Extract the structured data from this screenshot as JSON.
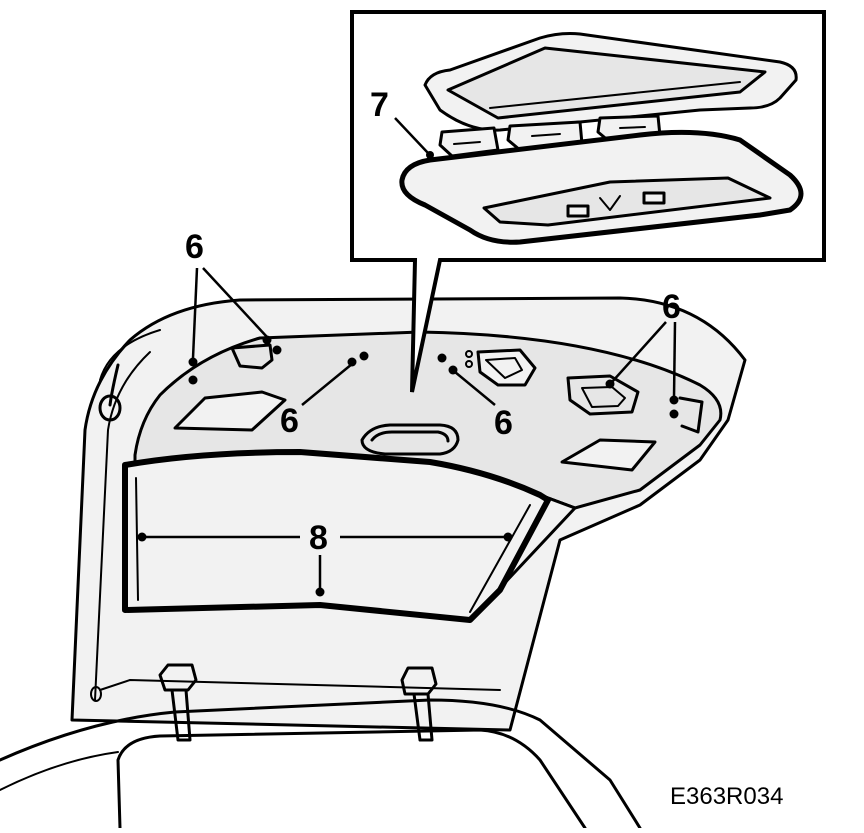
{
  "diagram": {
    "callouts": {
      "fastener_left_group": "6",
      "fastener_center": "6",
      "fastener_center_right": "6",
      "fastener_right_group": "6",
      "clip": "7",
      "trim_panel": "8"
    },
    "figure_code": "E363R034"
  }
}
